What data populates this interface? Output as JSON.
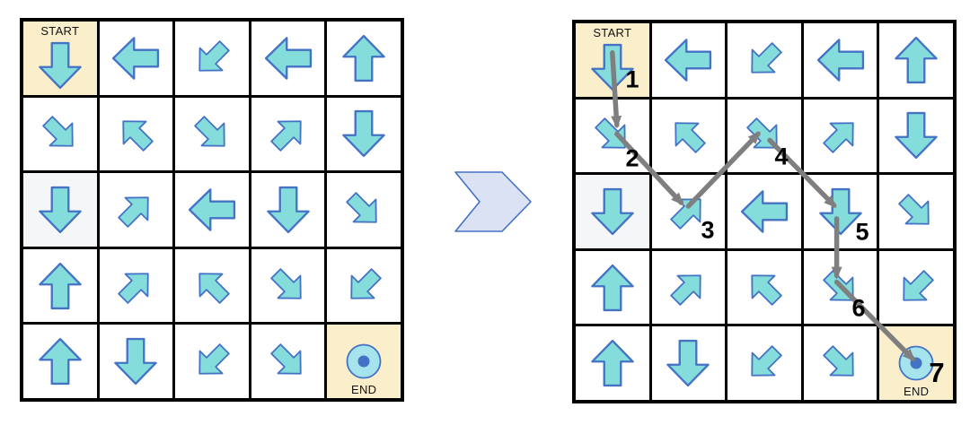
{
  "labels": {
    "start": "START",
    "end": "END"
  },
  "grid": {
    "rows": 5,
    "cols": 5,
    "start_cell": [
      0,
      0
    ],
    "end_cell": [
      4,
      4
    ],
    "shaded_cell": [
      2,
      0
    ],
    "cells": [
      [
        "down",
        "left",
        "down-left",
        "left",
        "up"
      ],
      [
        "down-right",
        "up-left",
        "down-right",
        "up-right",
        "down"
      ],
      [
        "down",
        "up-right",
        "left",
        "down",
        "down-right"
      ],
      [
        "up",
        "up-right",
        "up-left",
        "down-right",
        "down-left"
      ],
      [
        "up",
        "down",
        "down-left",
        "down-right",
        "end-target"
      ]
    ]
  },
  "solution_path": {
    "steps": [
      {
        "label": "1",
        "from": [
          0,
          0
        ],
        "to": [
          1,
          0
        ]
      },
      {
        "label": "2",
        "from": [
          1,
          0
        ],
        "to": [
          2,
          1
        ]
      },
      {
        "label": "3",
        "from": [
          2,
          1
        ],
        "to": [
          1,
          2
        ]
      },
      {
        "label": "4",
        "from": [
          1,
          2
        ],
        "to": [
          2,
          3
        ]
      },
      {
        "label": "5",
        "from": [
          2,
          3
        ],
        "to": [
          3,
          3
        ]
      },
      {
        "label": "6",
        "from": [
          3,
          3
        ],
        "to": [
          4,
          4
        ]
      },
      {
        "label": "7",
        "from": [
          4,
          4
        ],
        "to": [
          4,
          4
        ]
      }
    ]
  },
  "transform": {
    "chevron_direction": "right"
  },
  "colors": {
    "arrow_fill": "#85DDDB",
    "arrow_stroke": "#4472C4",
    "start_end_bg": "#FBEFCB",
    "shaded_cell_bg": "#F5F6F7",
    "cell_bg": "#FFFFFF",
    "grid_line": "#000000",
    "path_gray": "#7F7F7F",
    "step_number_color": "#000000",
    "chevron_fill": "#DBE2F4",
    "chevron_stroke": "#4472C4",
    "end_target_fill": "#A5E4EC",
    "end_target_dot": "#4472C4"
  }
}
